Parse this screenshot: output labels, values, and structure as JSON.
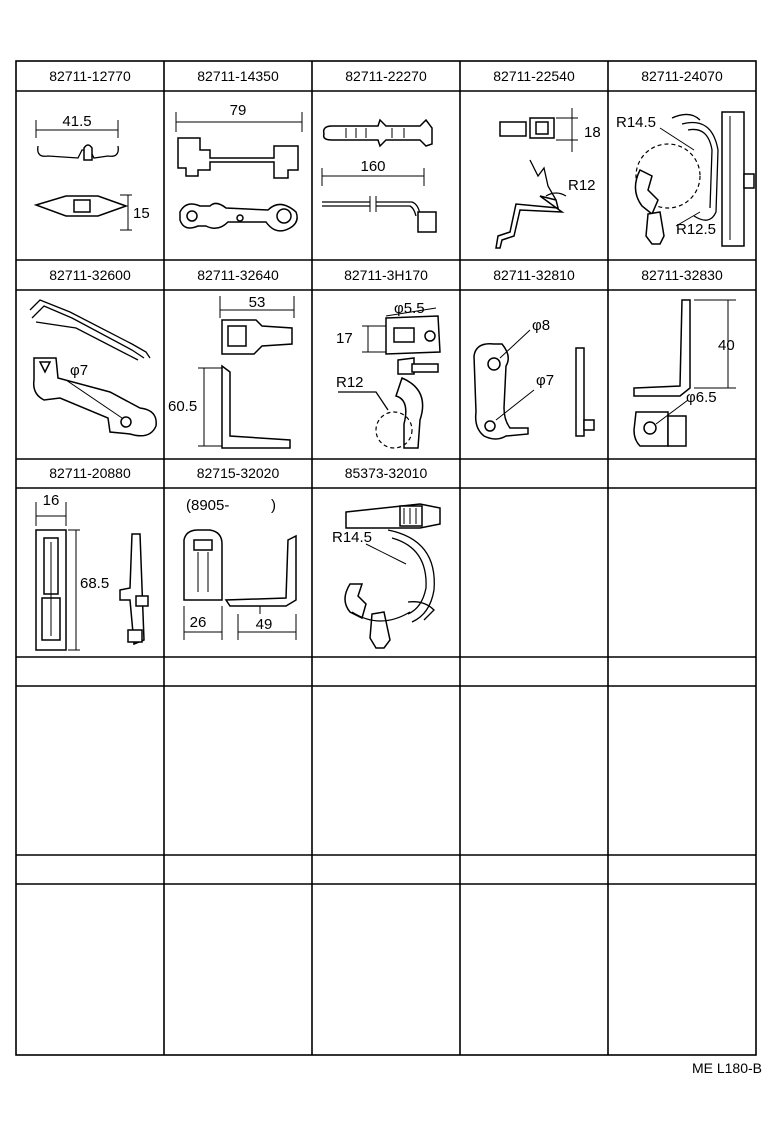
{
  "rows": [
    {
      "cells": [
        {
          "part_no": "82711-12770",
          "dims": [
            "41.5",
            "15"
          ]
        },
        {
          "part_no": "82711-14350",
          "dims": [
            "79"
          ]
        },
        {
          "part_no": "82711-22270",
          "dims": [
            "160"
          ]
        },
        {
          "part_no": "82711-22540",
          "dims": [
            "18",
            "R12"
          ]
        },
        {
          "part_no": "82711-24070",
          "dims": [
            "R14.5",
            "R12.5"
          ]
        }
      ]
    },
    {
      "cells": [
        {
          "part_no": "82711-32600",
          "dims": [
            "φ7"
          ]
        },
        {
          "part_no": "82711-32640",
          "dims": [
            "53",
            "60.5"
          ]
        },
        {
          "part_no": "82711-3H170",
          "dims": [
            "φ5.5",
            "17",
            "R12"
          ]
        },
        {
          "part_no": "82711-32810",
          "dims": [
            "φ8",
            "φ7"
          ]
        },
        {
          "part_no": "82711-32830",
          "dims": [
            "40",
            "φ6.5"
          ]
        }
      ]
    },
    {
      "cells": [
        {
          "part_no": "82711-20880",
          "dims": [
            "16",
            "68.5"
          ]
        },
        {
          "part_no": "82715-32020",
          "note": "(8905-          )",
          "dims": [
            "26",
            "49"
          ]
        },
        {
          "part_no": "85373-32010",
          "dims": [
            "R14.5"
          ]
        },
        {
          "part_no": "",
          "dims": []
        },
        {
          "part_no": "",
          "dims": []
        }
      ]
    }
  ],
  "footer": {
    "code": "ME L180-B"
  }
}
